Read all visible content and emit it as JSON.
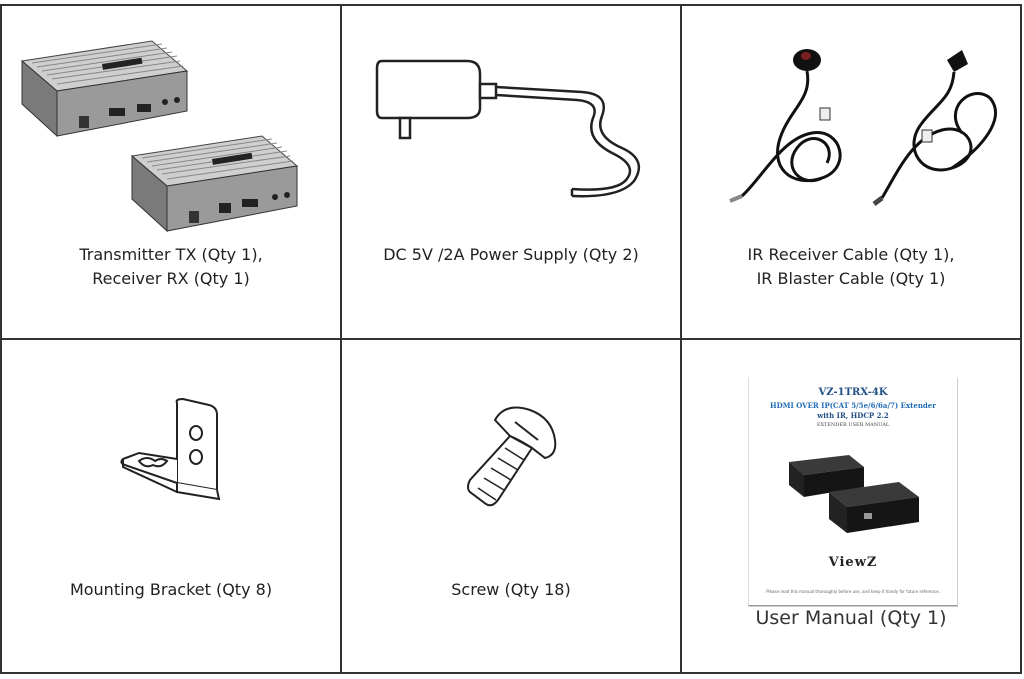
{
  "items": [
    {
      "line1": "Transmitter TX (Qty 1),",
      "line2": "Receiver RX (Qty 1)",
      "icon": "extender-devices-icon"
    },
    {
      "line1": "DC 5V /2A Power Supply (Qty 2)",
      "line2": "",
      "icon": "power-adapter-icon"
    },
    {
      "line1": "IR Receiver Cable (Qty 1),",
      "line2": "IR Blaster Cable (Qty 1)",
      "icon": "ir-cables-icon"
    },
    {
      "line1": "Mounting Bracket (Qty 8)",
      "line2": "",
      "icon": "mounting-bracket-icon"
    },
    {
      "line1": "Screw (Qty 18)",
      "line2": "",
      "icon": "screw-icon"
    },
    {
      "line1": "User Manual (Qty 1)",
      "line2": "",
      "icon": "user-manual-icon"
    }
  ],
  "manual": {
    "model": "VZ-1TRX-4K",
    "title_line1": "HDMI OVER IP(CAT 5/5e/6/6a/7) Extender",
    "title_line2": "with IR, HDCP 2.2",
    "subtitle": "EXTENDER USER MANUAL",
    "brand": "ViewZ",
    "footer": "Please read this manual thoroughly before use, and keep it handy for future reference."
  },
  "colors": {
    "border": "#333333",
    "manual_blue": "#1f6bb5"
  }
}
